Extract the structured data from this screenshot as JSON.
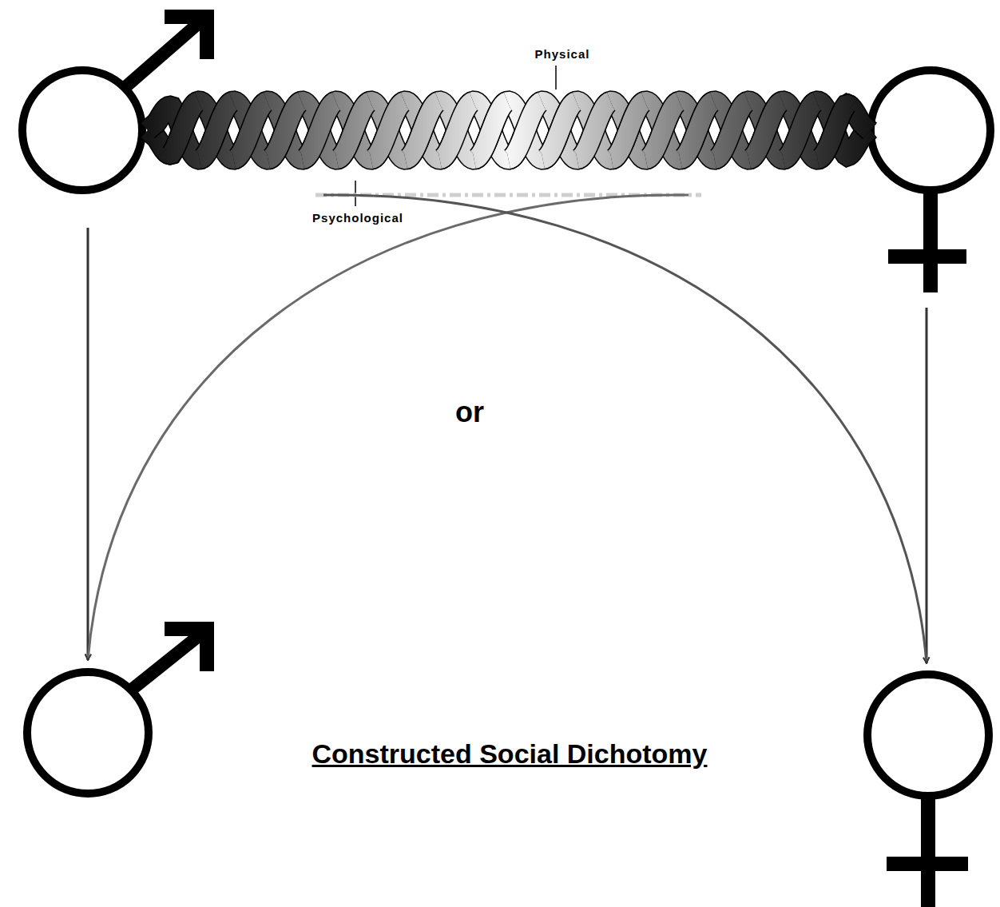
{
  "diagram": {
    "labels": [
      "Physical",
      "Psychological",
      "or",
      "Constructed Social Dichotomy"
    ]
  }
}
